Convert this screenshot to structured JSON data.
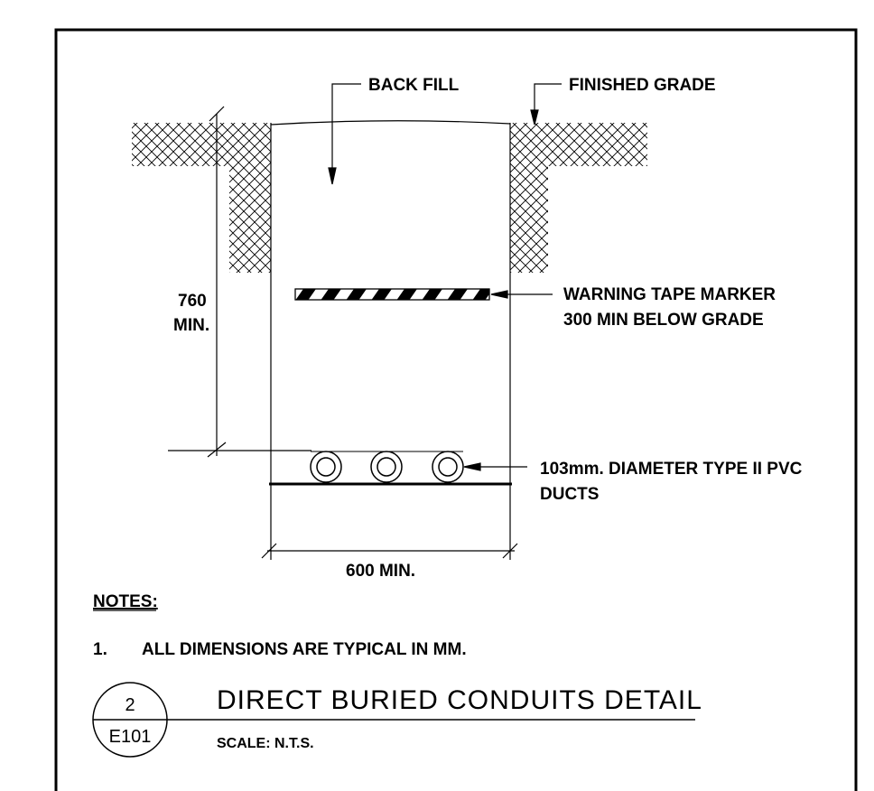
{
  "labels": {
    "back_fill": "BACK FILL",
    "finished_grade": "FINISHED GRADE",
    "depth_value": "760",
    "depth_suffix": "MIN.",
    "warning_line1": "WARNING TAPE MARKER",
    "warning_line2": "300 MIN BELOW GRADE",
    "duct_line1": "103mm. DIAMETER TYPE II PVC",
    "duct_line2": "DUCTS",
    "width_dim": "600 MIN."
  },
  "notes": {
    "heading": "NOTES:",
    "items": [
      {
        "number": "1.",
        "text": "ALL DIMENSIONS ARE TYPICAL IN MM."
      }
    ]
  },
  "title_block": {
    "detail_number": "2",
    "sheet_ref": "E101",
    "title": "DIRECT BURIED CONDUITS DETAIL",
    "scale": "SCALE: N.T.S."
  }
}
